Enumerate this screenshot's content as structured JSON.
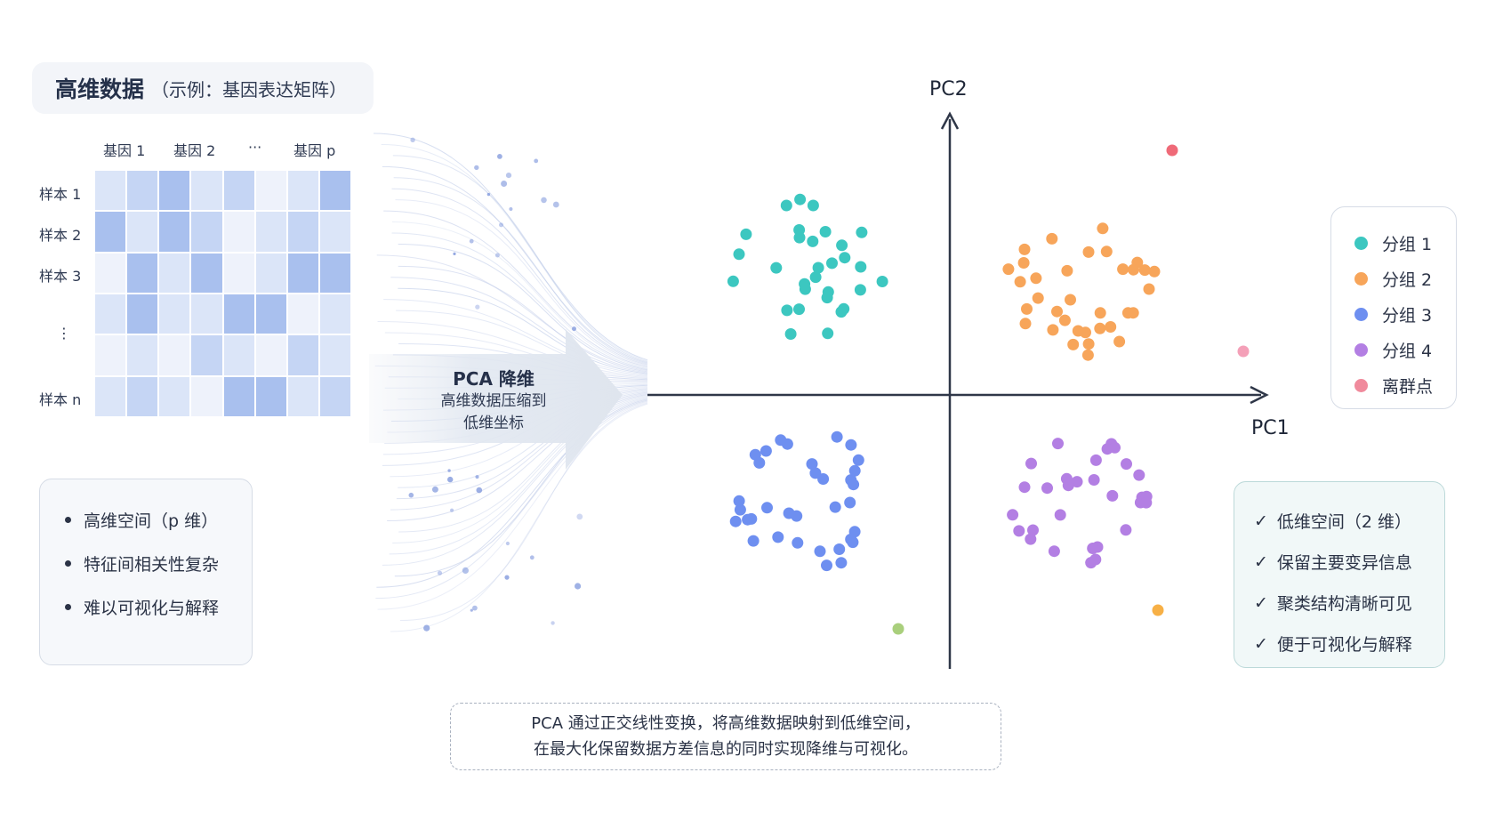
{
  "title": {
    "main": "高维数据",
    "sub": "（示例：基因表达矩阵）"
  },
  "matrix": {
    "col_labels": [
      "基因 1",
      "基因 2",
      "···",
      "基因 p"
    ],
    "row_labels": [
      "样本 1",
      "样本 2",
      "样本 3",
      "⋮",
      "样本 n"
    ],
    "cells": [
      [
        1,
        2,
        3,
        1,
        2,
        0,
        1,
        3
      ],
      [
        3,
        1,
        3,
        2,
        0,
        1,
        2,
        1
      ],
      [
        0,
        3,
        1,
        3,
        0,
        1,
        3,
        3
      ],
      [
        1,
        3,
        1,
        1,
        3,
        3,
        0,
        1
      ],
      [
        0,
        1,
        0,
        2,
        1,
        0,
        2,
        1
      ],
      [
        1,
        2,
        1,
        0,
        3,
        3,
        1,
        2
      ]
    ],
    "shades": [
      "#eef2fb",
      "#dbe5f8",
      "#c5d5f4",
      "#a9c0ee"
    ]
  },
  "left_box": {
    "items": [
      "高维空间（p 维）",
      "特征间相关性复杂",
      "难以可视化与解释"
    ]
  },
  "arrow": {
    "title": "PCA 降维",
    "line1": "高维数据压缩到",
    "line2": "低维坐标"
  },
  "axes": {
    "x_label": "PC1",
    "y_label": "PC2"
  },
  "legend": {
    "items": [
      {
        "label": "分组 1",
        "color": "#3cc7c0"
      },
      {
        "label": "分组 2",
        "color": "#f7a55a"
      },
      {
        "label": "分组 3",
        "color": "#6e8ff0"
      },
      {
        "label": "分组 4",
        "color": "#b37fe3"
      },
      {
        "label": "离群点",
        "color": "#f08a9c"
      }
    ]
  },
  "right_box": {
    "check": "✓",
    "items": [
      "低维空间（2 维）",
      "保留主要变异信息",
      "聚类结构清晰可见",
      "便于可视化与解释"
    ]
  },
  "caption": {
    "line1": "PCA 通过正交线性变换，将高维数据映射到低维空间，",
    "line2": "在最大化保留数据方差信息的同时实现降维与可视化。"
  },
  "colors": {
    "axis": "#2f3748",
    "outlier_red": "#ef6a78",
    "outlier_pink": "#f4a0b8",
    "outlier_orange": "#f7b046",
    "outlier_green": "#a9cf7c"
  }
}
